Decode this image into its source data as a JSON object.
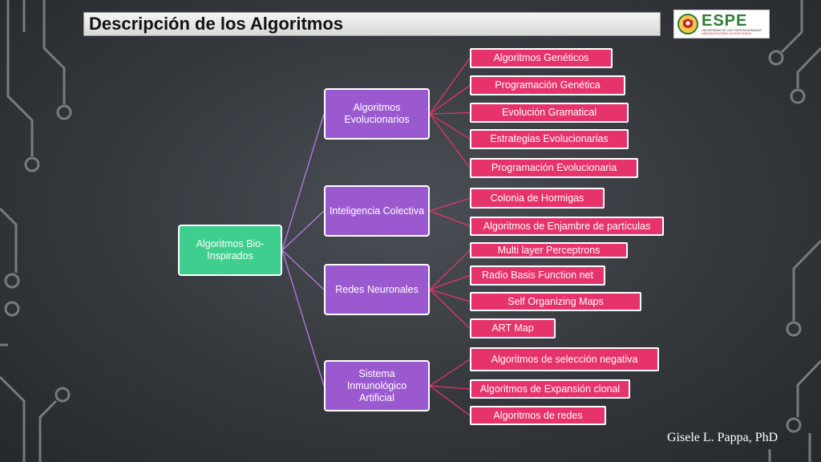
{
  "title": "Descripción de los Algoritmos",
  "logo": {
    "name": "ESPE",
    "subtitle": "UNIVERSIDAD DE LAS FUERZAS ARMADAS",
    "tagline": "INNOVACIÓN PARA LA EXCELENCIA"
  },
  "diagram": {
    "root": "Algoritmos Bio-Inspirados",
    "groups": [
      {
        "label": "Algoritmos Evolucionarios",
        "items": [
          "Algoritmos Genéticos",
          "Programación Genética",
          "Evolución Gramatical",
          "Estrategias Evolucionarias",
          "Programación Evolucionaria"
        ]
      },
      {
        "label": "Inteligencia Colectiva",
        "items": [
          "Colonia de Hormigas",
          "Algoritmos de Enjambre de partículas"
        ]
      },
      {
        "label": "Redes Neuronales",
        "items": [
          "Multi layer Perceptrons",
          "Radio Basis Function net",
          "Self Organizing Maps",
          "ART Map"
        ]
      },
      {
        "label": "Sistema Inmunológico Artificial",
        "items": [
          "Algoritmos de selección negativa",
          "Algoritmos de Expansión clonal",
          "Algoritmos de redes"
        ]
      }
    ]
  },
  "colors": {
    "root": "#3ecf8e",
    "group": "#9b59d0",
    "leaf": "#e6336b",
    "link_group": "#b57be0",
    "link_leaf": "#e6336b"
  },
  "footer": {
    "author": "Gisele L. Pappa, PhD"
  }
}
